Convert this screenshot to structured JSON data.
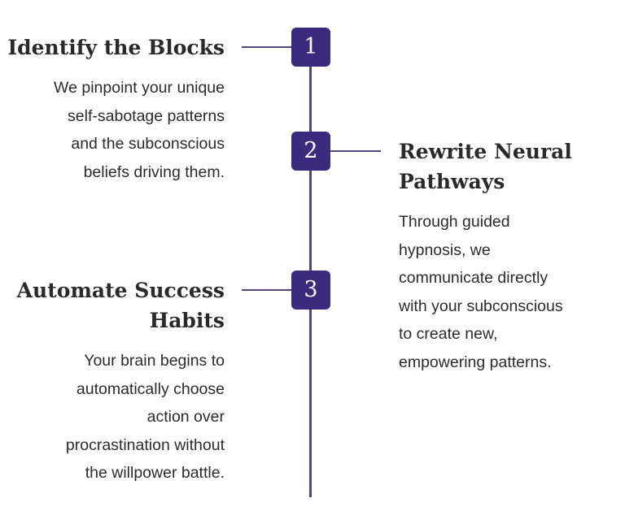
{
  "colors": {
    "accent": "#3c2a7e",
    "line": "#574478",
    "text": "#2b2b2b"
  },
  "steps": [
    {
      "number": "1",
      "title": "Identify the Blocks",
      "description_lines": [
        "We pinpoint your unique",
        "self-sabotage patterns",
        "and the subconscious",
        "beliefs driving them."
      ]
    },
    {
      "number": "2",
      "title_lines": [
        "Rewrite Neural",
        "Pathways"
      ],
      "description_lines": [
        "Through guided",
        "hypnosis, we",
        "communicate directly",
        "with your subconscious",
        "to create new,",
        "empowering patterns."
      ]
    },
    {
      "number": "3",
      "title_lines": [
        "Automate Success",
        "Habits"
      ],
      "description_lines": [
        "Your brain begins to",
        "automatically choose",
        "action over",
        "procrastination without",
        "the willpower battle."
      ]
    }
  ]
}
